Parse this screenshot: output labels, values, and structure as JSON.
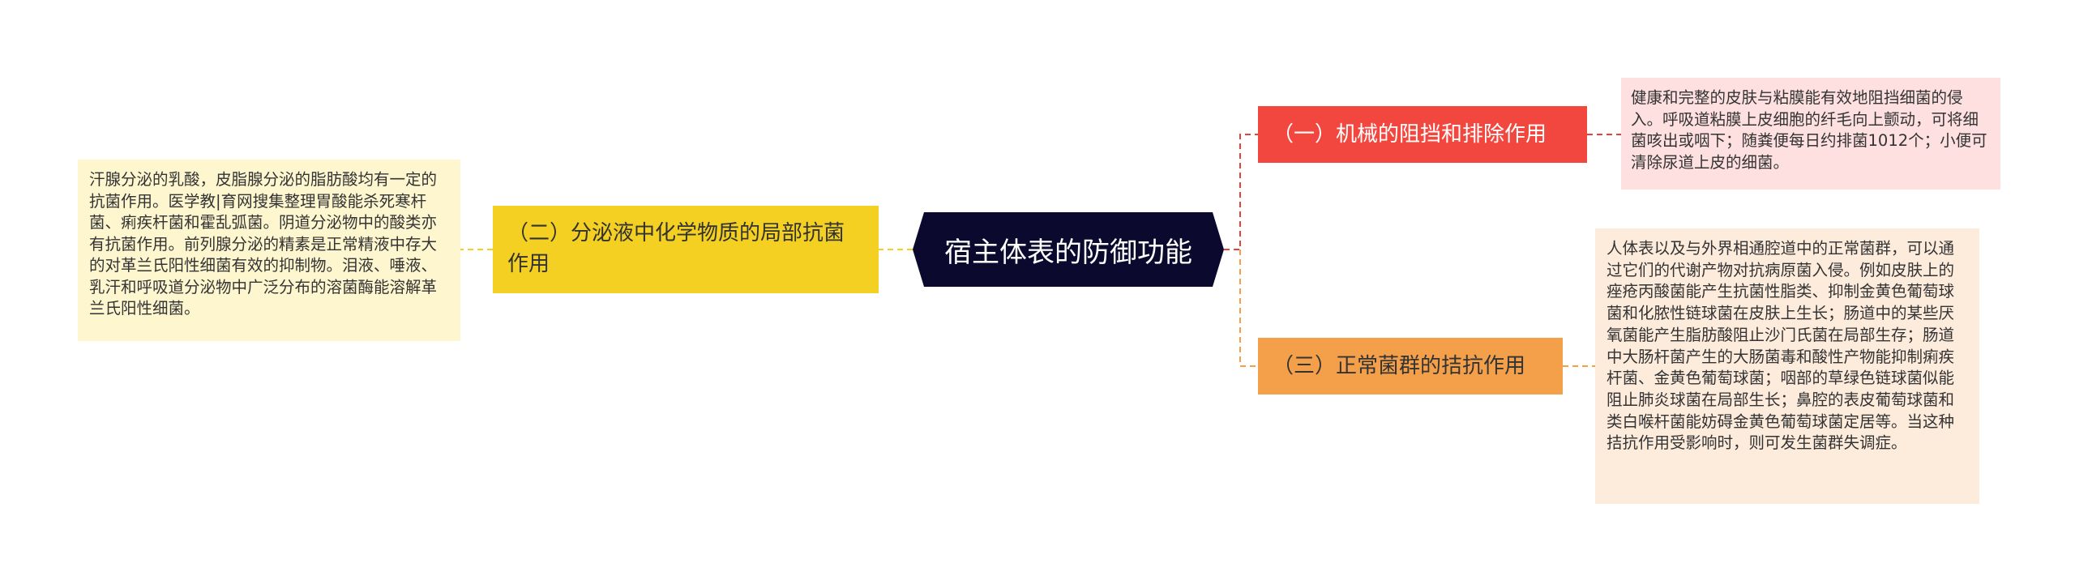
{
  "central": {
    "label": "宿主体表的防御功能"
  },
  "branches": [
    {
      "label": "（一）机械的阻挡和排除作用"
    },
    {
      "label": "（二）分泌液中化学物质的局部抗菌作用"
    },
    {
      "label": "（三）正常菌群的拮抗作用"
    }
  ],
  "details": [
    {
      "text": "健康和完整的皮肤与粘膜能有效地阻挡细菌的侵入。呼吸道粘膜上皮细胞的纤毛向上颤动，可将细菌咳出或咽下；随粪便每日约排菌1012个；小便可清除尿道上皮的细菌。"
    },
    {
      "text": "汗腺分泌的乳酸，皮脂腺分泌的脂肪酸均有一定的抗菌作用。医学教|育网搜集整理胃酸能杀死寒杆菌、痢疾杆菌和霍乱弧菌。阴道分泌物中的酸类亦有抗菌作用。前列腺分泌的精素是正常精液中存大的对革兰氏阳性细菌有效的抑制物。泪液、唾液、乳汗和呼吸道分泌物中广泛分布的溶菌酶能溶解革兰氏阳性细菌。"
    },
    {
      "text": "人体表以及与外界相通腔道中的正常菌群，可以通过它们的代谢产物对抗病原菌入侵。例如皮肤上的痤疮丙酸菌能产生抗菌性脂类、抑制金黄色葡萄球菌和化脓性链球菌在皮肤上生长；肠道中的某些厌氧菌能产生脂肪酸阻止沙门氏菌在局部生存；肠道中大肠杆菌产生的大肠菌毒和酸性产物能抑制痢疾杆菌、金黄色葡萄球菌；咽部的草绿色链球菌似能阻止肺炎球菌在局部生长；鼻腔的表皮葡萄球菌和类白喉杆菌能妨碍金黄色葡萄球菌定居等。当这种拮抗作用受影响时，则可发生菌群失调症。"
    }
  ],
  "colors": {
    "central_fill": "#0b0a2e",
    "branch1_fill": "#f2473f",
    "branch1_detail_fill": "#fde0df",
    "branch2_fill": "#f4d022",
    "branch2_detail_fill": "#fdf6cf",
    "branch3_fill": "#f4a04a",
    "branch3_detail_fill": "#fdebdc"
  }
}
